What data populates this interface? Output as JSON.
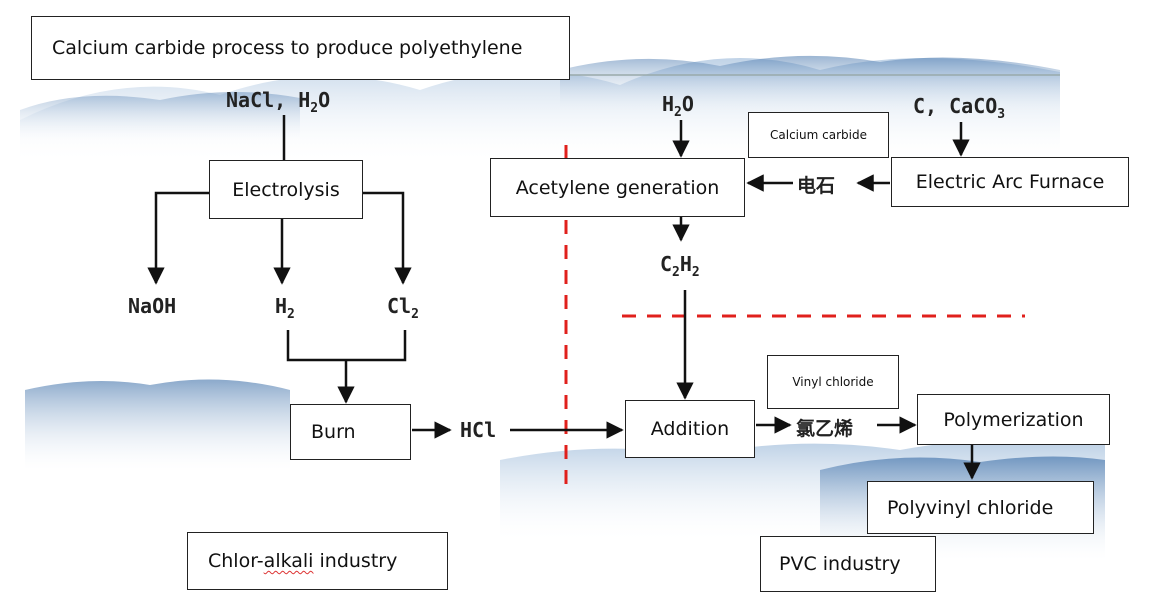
{
  "title": "Calcium carbide process to produce polyethylene",
  "boxes": {
    "electrolysis": "Electrolysis",
    "burn": "Burn",
    "acetylene_generation": "Acetylene generation",
    "electric_arc_furnace": "Electric Arc Furnace",
    "calcium_carbide_note": "Calcium carbide",
    "addition": "Addition",
    "vinyl_chloride_note": "Vinyl chloride",
    "polymerization": "Polymerization",
    "polyvinyl_chloride": "Polyvinyl chloride",
    "chlor_alkali_prefix": "Chlor-",
    "chlor_alkali_word": "alkali",
    "chlor_alkali_suffix": " industry",
    "pvc_industry": "PVC industry"
  },
  "chemicals": {
    "nacl_h2o_a": "NaCl, H",
    "nacl_h2o_sub": "2",
    "nacl_h2o_b": "O",
    "naoh": "NaOH",
    "h2_a": "H",
    "h2_sub": "2",
    "cl2_a": "Cl",
    "cl2_sub": "2",
    "hcl": "HCl",
    "water_a": "H",
    "water_sub": "2",
    "water_b": "O",
    "c_caco3_a": "C, CaCO",
    "c_caco3_sub": "3",
    "c2h2_a": "C",
    "c2h2_sub1": "2",
    "c2h2_b": "H",
    "c2h2_sub2": "2",
    "calcium_carbide_cn": "电石",
    "vinyl_chloride_cn": "氯乙烯"
  },
  "colors": {
    "arrow": "#111111",
    "divider": "#e0201c",
    "mountain_blue": "#3d6fa8"
  }
}
